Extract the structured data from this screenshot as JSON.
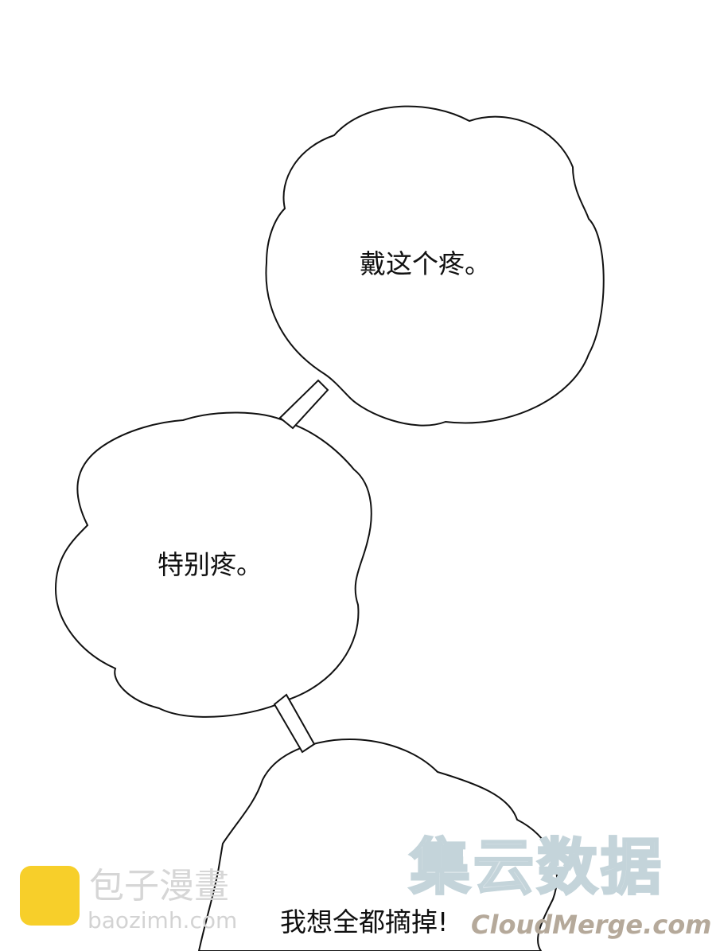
{
  "bubbles": [
    {
      "text": "戴这个疼。"
    },
    {
      "text": "特别疼。"
    },
    {
      "text": "我想全都摘掉!"
    }
  ],
  "watermarks": {
    "left_title": "包子漫畫",
    "left_url": "baozimh.com",
    "right_title": "集云数据",
    "right_url": "CloudMerge.com",
    "left_logo_color": "#f7cf2a"
  }
}
